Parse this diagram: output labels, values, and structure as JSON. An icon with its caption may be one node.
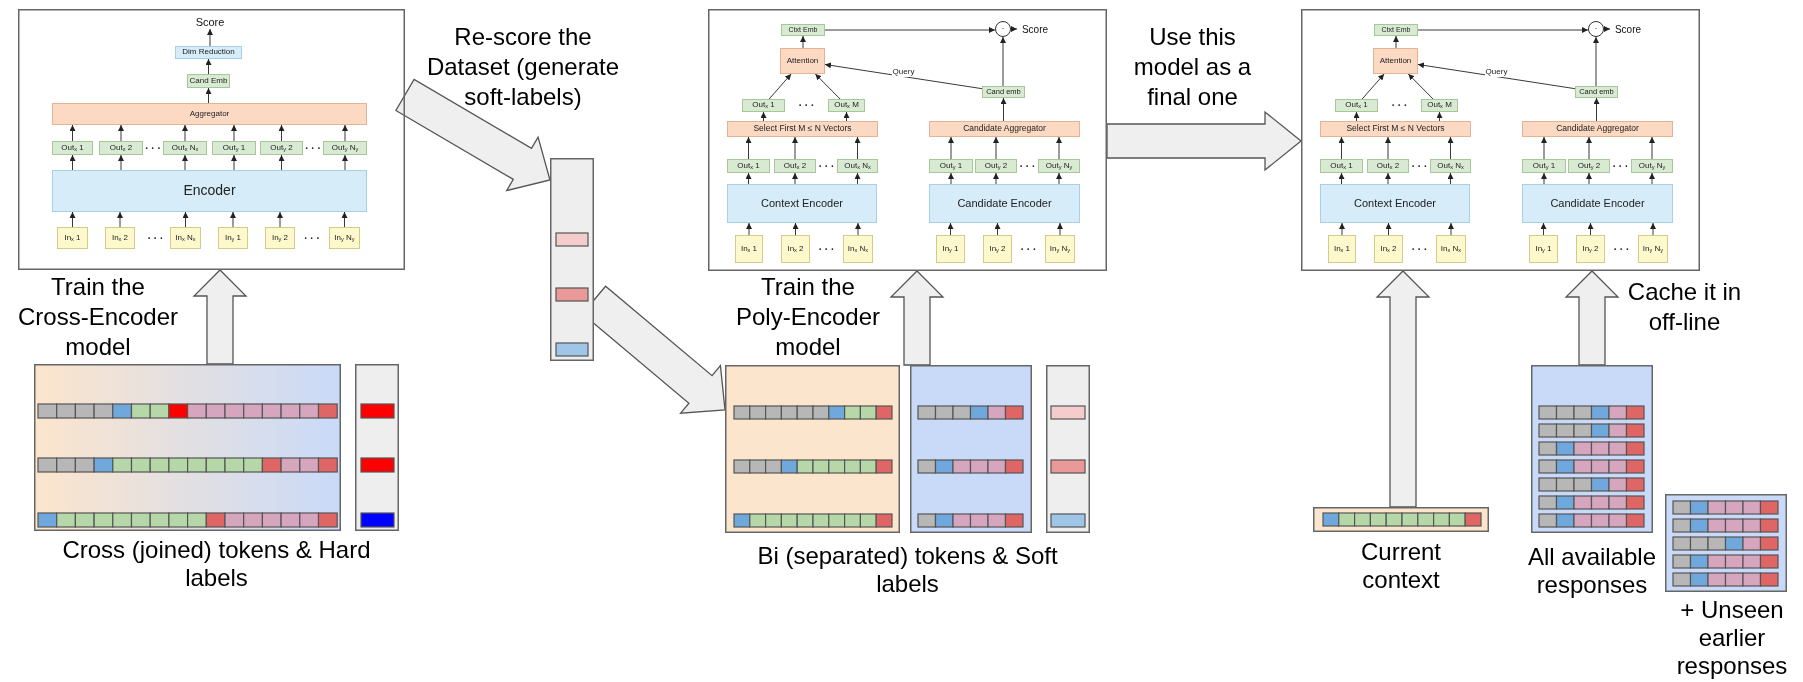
{
  "diagram": {
    "nodes": [
      {
        "text": [],
        "shape": "box"
      },
      {
        "text": [
          "Score"
        ],
        "in": 0
      },
      {
        "text": [
          "Dim Reduction"
        ],
        "in": 0
      },
      {
        "text": [
          "Cand Emb"
        ],
        "in": 0
      },
      {
        "text": [
          "Aggregator"
        ],
        "in": 0
      },
      {
        "text": [
          "Out$_{x}$ 1"
        ],
        "in": 0
      },
      {
        "text": [
          "Out$_{x}$ 2"
        ],
        "in": 0
      },
      {
        "text": [
          "Out$_{x}$ N$_{x}$"
        ],
        "in": 0
      },
      {
        "text": [
          "Out$_{y}$ 1"
        ],
        "in": 0
      },
      {
        "text": [
          "Out$_{y}$ 2"
        ],
        "in": 0
      },
      {
        "text": [
          "Out$_{y}$ N$_{y}$"
        ],
        "in": 0
      },
      {
        "text": [
          "Encoder"
        ],
        "in": 0
      },
      {
        "text": [
          "In$_{x}$ 1"
        ],
        "in": 0
      },
      {
        "text": [
          "In$_{x}$ 2"
        ],
        "in": 0
      },
      {
        "text": [
          "In$_{x}$ N$_{x}$"
        ],
        "in": 0
      },
      {
        "text": [
          "In$_{y}$ 1"
        ],
        "in": 0
      },
      {
        "text": [
          "In$_{y}$ 2"
        ],
        "in": 0
      },
      {
        "text": [
          "In$_{y}$ N$_{y}$"
        ],
        "in": 0
      },
      {
        "text": [],
        "shape": "box"
      },
      {
        "text": [],
        "shape": "box"
      },
      {
        "text": [
          "Ctxt Emb"
        ],
        "in": 19
      },
      {
        "text": [
          "·"
        ],
        "in": 19
      },
      {
        "text": [
          "Score"
        ],
        "in": 19
      },
      {
        "text": [
          "Attention"
        ],
        "in": 19
      },
      {
        "text": [
          "Cand emb"
        ],
        "in": 19
      },
      {
        "text": [
          "Out$_{x}$ 1"
        ],
        "in": 19
      },
      {
        "text": [
          "Out$_{x}$ M"
        ],
        "in": 19
      },
      {
        "text": [
          "Select First M ≤ N Vectors"
        ],
        "in": 19
      },
      {
        "text": [
          "Candidate Aggregator"
        ],
        "in": 19
      },
      {
        "text": [
          "Out$_{x}$ 1"
        ],
        "in": 19
      },
      {
        "text": [
          "Out$_{x}$ 2"
        ],
        "in": 19
      },
      {
        "text": [
          "Out$_{x}$ N$_{x}$"
        ],
        "in": 19
      },
      {
        "text": [
          "Out$_{y}$ 1"
        ],
        "in": 19
      },
      {
        "text": [
          "Out$_{y}$ 2"
        ],
        "in": 19
      },
      {
        "text": [
          "Out$_{y}$ N$_{y}$"
        ],
        "in": 19
      },
      {
        "text": [
          "Context Encoder"
        ],
        "in": 19
      },
      {
        "text": [
          "Candidate Encoder"
        ],
        "in": 19
      },
      {
        "text": [
          "In$_{x}$ 1"
        ],
        "in": 19
      },
      {
        "text": [
          "In$_{x}$ 2"
        ],
        "in": 19
      },
      {
        "text": [
          "In$_{x}$ N$_{x}$"
        ],
        "in": 19
      },
      {
        "text": [
          "In$_{y}$ 1"
        ],
        "in": 19
      },
      {
        "text": [
          "In$_{y}$ 2"
        ],
        "in": 19
      },
      {
        "text": [
          "In$_{y}$ N$_{y}$"
        ],
        "in": 19
      },
      {
        "text": [],
        "shape": "box"
      },
      {
        "text": [
          "Ctxt Emb"
        ],
        "in": 43
      },
      {
        "text": [
          "·"
        ],
        "in": 43
      },
      {
        "text": [
          "Score"
        ],
        "in": 43
      },
      {
        "text": [
          "Attention"
        ],
        "in": 43
      },
      {
        "text": [
          "Cand emb"
        ],
        "in": 43
      },
      {
        "text": [
          "Out$_{x}$ 1"
        ],
        "in": 43
      },
      {
        "text": [
          "Out$_{x}$ M"
        ],
        "in": 43
      },
      {
        "text": [
          "Select First M ≤ N Vectors"
        ],
        "in": 43
      },
      {
        "text": [
          "Candidate Aggregator"
        ],
        "in": 43
      },
      {
        "text": [
          "Out$_{x}$ 1"
        ],
        "in": 43
      },
      {
        "text": [
          "Out$_{x}$ 2"
        ],
        "in": 43
      },
      {
        "text": [
          "Out$_{x}$ N$_{x}$"
        ],
        "in": 43
      },
      {
        "text": [
          "Out$_{y}$ 1"
        ],
        "in": 43
      },
      {
        "text": [
          "Out$_{y}$ 2"
        ],
        "in": 43
      },
      {
        "text": [
          "Out$_{y}$ N$_{y}$"
        ],
        "in": 43
      },
      {
        "text": [
          "Context Encoder"
        ],
        "in": 43
      },
      {
        "text": [
          "Candidate Encoder"
        ],
        "in": 43
      },
      {
        "text": [
          "In$_{x}$ 1"
        ],
        "in": 43
      },
      {
        "text": [
          "In$_{x}$ 2"
        ],
        "in": 43
      },
      {
        "text": [
          "In$_{x}$ N$_{x}$"
        ],
        "in": 43
      },
      {
        "text": [
          "In$_{y}$ 1"
        ],
        "in": 43
      },
      {
        "text": [
          "In$_{y}$ 2"
        ],
        "in": 43
      },
      {
        "text": [
          "In$_{y}$ N$_{y}$"
        ],
        "in": 43
      },
      {
        "text": [
          "Cross (joined) tokens & Hard labels"
        ]
      },
      {
        "text": [
          "Bi (separated) tokens & Soft labels"
        ]
      },
      {
        "text": [
          "Current context"
        ]
      },
      {
        "text": [
          "All available responses"
        ]
      },
      {
        "text": [
          "+ Unseen earlier responses"
        ]
      }
    ],
    "edges": [
      {
        "from": 12,
        "to": 11,
        "arrow": "to"
      },
      {
        "from": 13,
        "to": 11,
        "arrow": "to"
      },
      {
        "from": 14,
        "to": 11,
        "arrow": "to"
      },
      {
        "from": 15,
        "to": 11,
        "arrow": "to"
      },
      {
        "from": 16,
        "to": 11,
        "arrow": "to"
      },
      {
        "from": 17,
        "to": 11,
        "arrow": "to"
      },
      {
        "from": 11,
        "to": 5,
        "arrow": "to"
      },
      {
        "from": 11,
        "to": 6,
        "arrow": "to"
      },
      {
        "from": 11,
        "to": 7,
        "arrow": "to"
      },
      {
        "from": 11,
        "to": 8,
        "arrow": "to"
      },
      {
        "from": 11,
        "to": 9,
        "arrow": "to"
      },
      {
        "from": 11,
        "to": 10,
        "arrow": "to"
      },
      {
        "from": 5,
        "to": 4,
        "arrow": "to"
      },
      {
        "from": 6,
        "to": 4,
        "arrow": "to"
      },
      {
        "from": 7,
        "to": 4,
        "arrow": "to"
      },
      {
        "from": 8,
        "to": 4,
        "arrow": "to"
      },
      {
        "from": 9,
        "to": 4,
        "arrow": "to"
      },
      {
        "from": 10,
        "to": 4,
        "arrow": "to"
      },
      {
        "from": 4,
        "to": 3,
        "arrow": "to"
      },
      {
        "from": 3,
        "to": 2,
        "arrow": "to"
      },
      {
        "from": 2,
        "to": 1,
        "arrow": "to"
      },
      {
        "from": 37,
        "to": 35,
        "arrow": "to"
      },
      {
        "from": 38,
        "to": 35,
        "arrow": "to"
      },
      {
        "from": 39,
        "to": 35,
        "arrow": "to"
      },
      {
        "from": 40,
        "to": 36,
        "arrow": "to"
      },
      {
        "from": 41,
        "to": 36,
        "arrow": "to"
      },
      {
        "from": 42,
        "to": 36,
        "arrow": "to"
      },
      {
        "from": 35,
        "to": 29,
        "arrow": "to"
      },
      {
        "from": 35,
        "to": 30,
        "arrow": "to"
      },
      {
        "from": 35,
        "to": 31,
        "arrow": "to"
      },
      {
        "from": 36,
        "to": 32,
        "arrow": "to"
      },
      {
        "from": 36,
        "to": 33,
        "arrow": "to"
      },
      {
        "from": 36,
        "to": 34,
        "arrow": "to"
      },
      {
        "from": 29,
        "to": 27,
        "arrow": "to"
      },
      {
        "from": 30,
        "to": 27,
        "arrow": "to"
      },
      {
        "from": 31,
        "to": 27,
        "arrow": "to"
      },
      {
        "from": 32,
        "to": 28,
        "arrow": "to"
      },
      {
        "from": 33,
        "to": 28,
        "arrow": "to"
      },
      {
        "from": 34,
        "to": 28,
        "arrow": "to"
      },
      {
        "from": 27,
        "to": 25,
        "arrow": "to"
      },
      {
        "from": 27,
        "to": 26,
        "arrow": "to"
      },
      {
        "from": 25,
        "to": 23,
        "arrow": "to"
      },
      {
        "from": 26,
        "to": 23,
        "arrow": "to"
      },
      {
        "from": 23,
        "to": 20,
        "arrow": "to"
      },
      {
        "from": 20,
        "to": 21,
        "arrow": "to"
      },
      {
        "from": 28,
        "to": 24,
        "arrow": "to"
      },
      {
        "from": 24,
        "to": 21,
        "arrow": "to"
      },
      {
        "from": 24,
        "to": 23,
        "arrow": "to",
        "label": "Query"
      },
      {
        "from": 21,
        "to": 22,
        "arrow": "to"
      },
      {
        "from": 61,
        "to": 59,
        "arrow": "to"
      },
      {
        "from": 62,
        "to": 59,
        "arrow": "to"
      },
      {
        "from": 63,
        "to": 59,
        "arrow": "to"
      },
      {
        "from": 64,
        "to": 60,
        "arrow": "to"
      },
      {
        "from": 65,
        "to": 60,
        "arrow": "to"
      },
      {
        "from": 66,
        "to": 60,
        "arrow": "to"
      },
      {
        "from": 59,
        "to": 53,
        "arrow": "to"
      },
      {
        "from": 59,
        "to": 54,
        "arrow": "to"
      },
      {
        "from": 59,
        "to": 55,
        "arrow": "to"
      },
      {
        "from": 60,
        "to": 56,
        "arrow": "to"
      },
      {
        "from": 60,
        "to": 57,
        "arrow": "to"
      },
      {
        "from": 60,
        "to": 58,
        "arrow": "to"
      },
      {
        "from": 53,
        "to": 51,
        "arrow": "to"
      },
      {
        "from": 54,
        "to": 51,
        "arrow": "to"
      },
      {
        "from": 55,
        "to": 51,
        "arrow": "to"
      },
      {
        "from": 56,
        "to": 52,
        "arrow": "to"
      },
      {
        "from": 57,
        "to": 52,
        "arrow": "to"
      },
      {
        "from": 58,
        "to": 52,
        "arrow": "to"
      },
      {
        "from": 51,
        "to": 49,
        "arrow": "to"
      },
      {
        "from": 51,
        "to": 50,
        "arrow": "to"
      },
      {
        "from": 49,
        "to": 47,
        "arrow": "to"
      },
      {
        "from": 50,
        "to": 47,
        "arrow": "to"
      },
      {
        "from": 47,
        "to": 44,
        "arrow": "to"
      },
      {
        "from": 44,
        "to": 45,
        "arrow": "to"
      },
      {
        "from": 52,
        "to": 48,
        "arrow": "to"
      },
      {
        "from": 48,
        "to": 45,
        "arrow": "to"
      },
      {
        "from": 48,
        "to": 47,
        "arrow": "to",
        "label": "Query"
      },
      {
        "from": 45,
        "to": 46,
        "arrow": "to"
      },
      {
        "from": 67,
        "to": 0,
        "arrow": "to",
        "style": "thick",
        "label": "Train the Cross-Encoder model"
      },
      {
        "from": 0,
        "to": 18,
        "arrow": "to",
        "style": "thick",
        "label": "Re-score the Dataset (generate soft-labels)"
      },
      {
        "from": 18,
        "to": 68,
        "arrow": "to",
        "style": "thick"
      },
      {
        "from": 68,
        "to": 19,
        "arrow": "to",
        "style": "thick",
        "label": "Train the Poly-Encoder model"
      },
      {
        "from": 19,
        "to": 43,
        "arrow": "to",
        "style": "thick",
        "label": "Use this model as a final one"
      },
      {
        "from": 69,
        "to": 43,
        "arrow": "to",
        "style": "thick"
      },
      {
        "from": 70,
        "to": 43,
        "arrow": "to",
        "style": "thick",
        "label": "Cache it in off-line"
      }
    ],
    "labels": [
      "· · ·",
      "· · ·",
      "· · ·",
      "· · ·",
      "· · ·",
      "· · ·",
      "· · ·",
      "· · ·",
      "· · ·",
      "· · ·",
      "· · ·",
      "· · ·",
      "· · ·",
      "· · ·"
    ]
  }
}
